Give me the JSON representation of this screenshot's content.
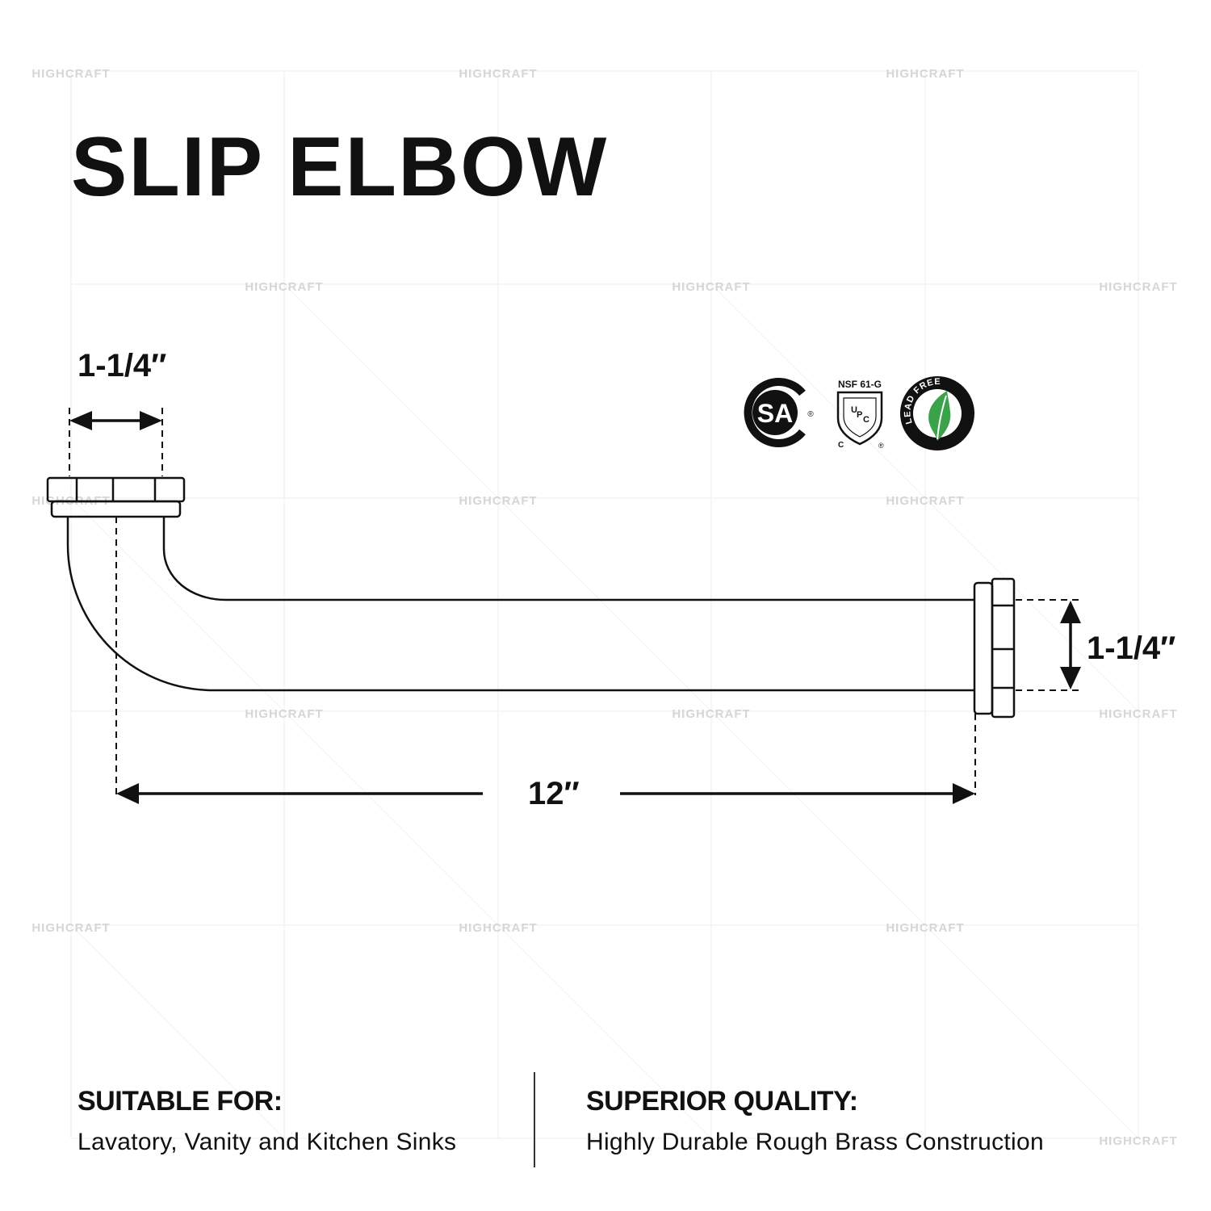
{
  "title": "SLIP ELBOW",
  "watermark": {
    "text": "HIGHCRAFT",
    "color": "#d6d6d6"
  },
  "dimensions": {
    "top_diameter": "1-1/4″",
    "right_diameter": "1-1/4″",
    "length": "12″"
  },
  "certifications": [
    {
      "name": "csa-logo",
      "text": "SA"
    },
    {
      "name": "nsf-upc-logo",
      "text": "NSF 61-G"
    },
    {
      "name": "lead-free-logo",
      "text": "LEAD FREE"
    }
  ],
  "features": [
    {
      "heading": "SUITABLE FOR:",
      "text": "Lavatory, Vanity and Kitchen Sinks"
    },
    {
      "heading": "SUPERIOR QUALITY:",
      "text": "Highly Durable Rough Brass Construction"
    }
  ],
  "colors": {
    "ink": "#111111",
    "leaf_green": "#3aa34a",
    "grid": "#ececec"
  }
}
